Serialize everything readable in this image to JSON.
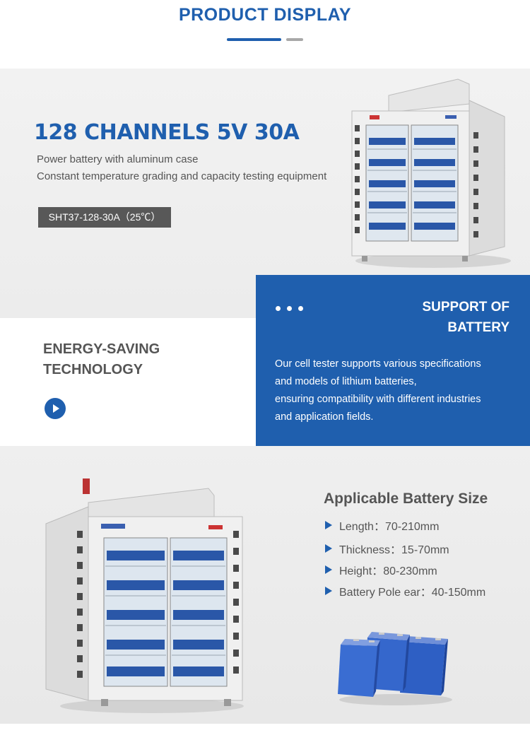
{
  "header": {
    "title": "PRODUCT DISPLAY"
  },
  "product": {
    "title": "128 CHANNELS 5V 30A",
    "desc_line1": "Power battery with aluminum case",
    "desc_line2": "Constant temperature grading and capacity testing equipment",
    "model": "SHT37-128-30A（25℃）"
  },
  "energy": {
    "title_line1": "ENERGY-SAVING",
    "title_line2": "TECHNOLOGY"
  },
  "support": {
    "title_line1": "SUPPORT OF",
    "title_line2": "BATTERY",
    "text_lines": [
      "Our cell tester supports various specifications",
      "and models of lithium batteries,",
      "ensuring compatibility with different industries",
      "and application fields."
    ]
  },
  "battery_size": {
    "title": "Applicable Battery Size",
    "items": [
      "Length：70-210mm",
      "Thickness：15-70mm",
      "Height：80-230mm",
      "Battery Pole ear：40-150mm"
    ]
  },
  "colors": {
    "brand_blue": "#1f5fae",
    "grey_text": "#555555",
    "model_tag": "#585858"
  }
}
